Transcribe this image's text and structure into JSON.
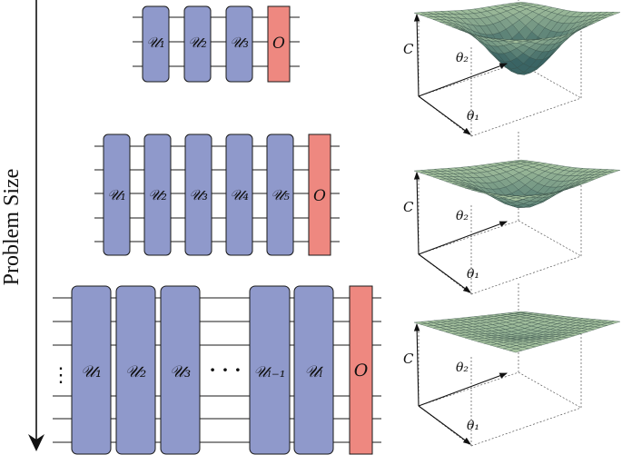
{
  "side_label": "Problem Size",
  "colors": {
    "gate_fill": "#8f99cb",
    "observable_fill": "#ee8880",
    "stroke": "#1a1a1a",
    "surface_top": "#a8c4a0",
    "surface_bowl": "#47706b"
  },
  "circuits": [
    {
      "gates": [
        "𝒰₁",
        "𝒰₂",
        "𝒰₃"
      ],
      "observable": "O"
    },
    {
      "gates": [
        "𝒰₁",
        "𝒰₂",
        "𝒰₃",
        "𝒰₄",
        "𝒰₅"
      ],
      "observable": "O"
    },
    {
      "gates": [
        "𝒰₁",
        "𝒰₂",
        "𝒰₃",
        "𝒰ₗ₋₁",
        "𝒰ₗ"
      ],
      "ellipsis": "· · ·",
      "vertical_dots": "⋮",
      "observable": "O"
    }
  ],
  "landscapes": [
    {
      "z_label": "C",
      "y_label": "θ₂",
      "x_label": "θ₁",
      "depth": 1.0
    },
    {
      "z_label": "C",
      "y_label": "θ₂",
      "x_label": "θ₁",
      "depth": 0.55
    },
    {
      "z_label": "C",
      "y_label": "θ₂",
      "x_label": "θ₁",
      "depth": 0.12
    }
  ]
}
